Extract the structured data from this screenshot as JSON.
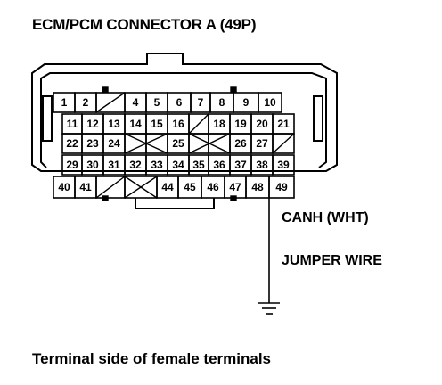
{
  "title": "ECM/PCM CONNECTOR A (49P)",
  "rows": [
    [
      "1",
      "2",
      "",
      "4",
      "5",
      "6",
      "7",
      "8",
      "9",
      "10"
    ],
    [
      "11",
      "12",
      "13",
      "14",
      "15",
      "16",
      "",
      "18",
      "19",
      "20",
      "21"
    ],
    [
      "22",
      "23",
      "24",
      "",
      "",
      "25",
      "",
      "",
      "26",
      "27",
      ""
    ],
    [
      "29",
      "30",
      "31",
      "32",
      "33",
      "34",
      "35",
      "36",
      "37",
      "38",
      "39"
    ],
    [
      "40",
      "41",
      "",
      "",
      "44",
      "45",
      "46",
      "47",
      "48",
      "49"
    ]
  ],
  "labels": {
    "wire": "CANH (WHT)",
    "jumper": "JUMPER WIRE"
  },
  "caption": "Terminal side of female terminals"
}
